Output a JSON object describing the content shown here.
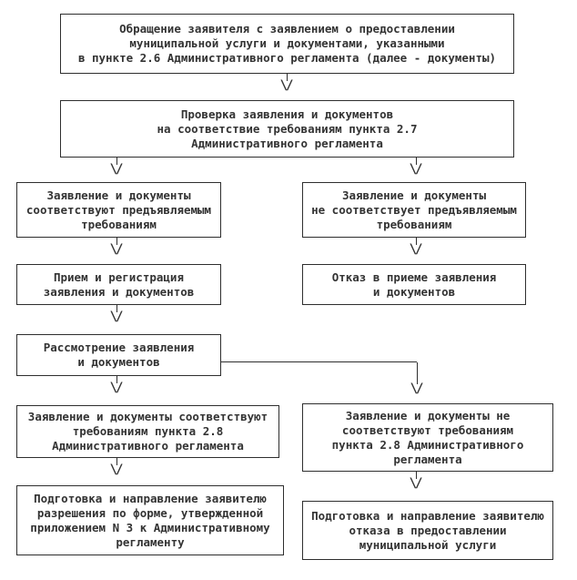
{
  "diagram": {
    "colors": {
      "background": "#ffffff",
      "line": "#2e2e2e",
      "text": "#333333"
    },
    "arrow_glyph": "\\/",
    "nodes": [
      {
        "id": "application",
        "text": "Обращение заявителя с заявлением о предоставлении\nмуниципальной услуги и документами, указанными\nв пункте 2.6 Административного регламента (далее - документы)"
      },
      {
        "id": "check-2-7",
        "text": "Проверка заявления и документов\nна соответствие требованиям пункта 2.7\nАдминистративного регламента"
      },
      {
        "id": "comply",
        "text": "Заявление и документы\nсоответствуют предъявляемым\nтребованиям"
      },
      {
        "id": "not-comply",
        "text": "Заявление и документы\nне соответствует предъявляемым\nтребованиям"
      },
      {
        "id": "accept-register",
        "text": "Прием и регистрация\nзаявления и документов"
      },
      {
        "id": "refuse-acceptance",
        "text": "Отказ в приеме заявления\nи документов"
      },
      {
        "id": "review",
        "text": "Рассмотрение заявления\nи документов"
      },
      {
        "id": "comply-2-8",
        "text": "Заявление и документы соответствуют\nтребованиям пункта 2.8\nАдминистративного регламента"
      },
      {
        "id": "not-comply-2-8",
        "text": "Заявление и документы не\nсоответствуют требованиям\nпункта 2.8 Административного\nрегламента"
      },
      {
        "id": "issue-permit",
        "text": "Подготовка и направление заявителю\nразрешения по форме, утвержденной\nприложением N 3 к Административному\nрегламенту"
      },
      {
        "id": "issue-refusal",
        "text": "Подготовка и направление заявителю\nотказа в предоставлении\nмуниципальной услуги"
      }
    ]
  }
}
